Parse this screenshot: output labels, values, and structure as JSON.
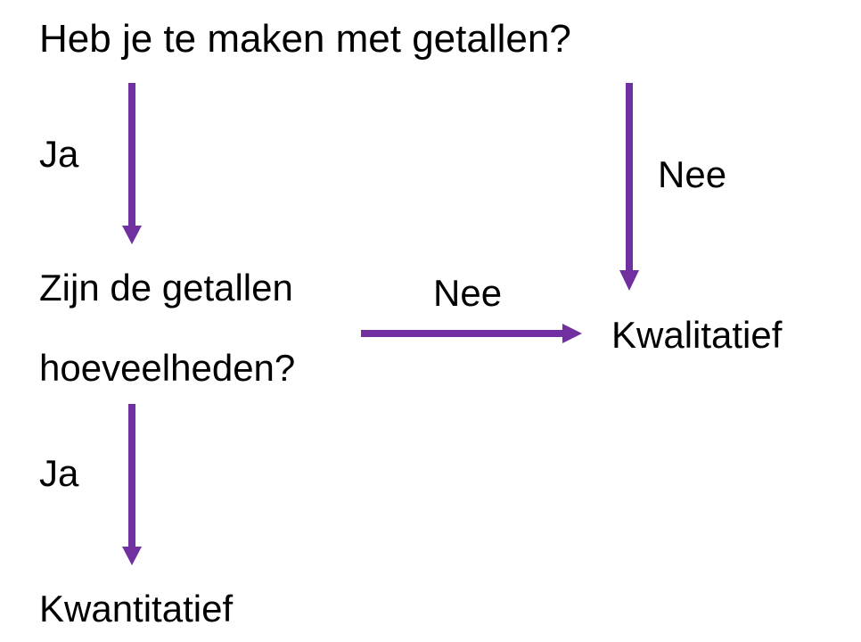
{
  "diagram": {
    "type": "flowchart",
    "accent_color": "#7030a0",
    "nodes": {
      "question1": "Heb je te maken met getallen?",
      "question2_line1": "Zijn de getallen",
      "question2_line2": "hoeveelheden?",
      "result_qualitative": "Kwalitatief",
      "result_quantitative": "Kwantitatief"
    },
    "edges": {
      "q1_yes": "Ja",
      "q1_no": "Nee",
      "q2_no": "Nee",
      "q2_yes": "Ja"
    }
  }
}
